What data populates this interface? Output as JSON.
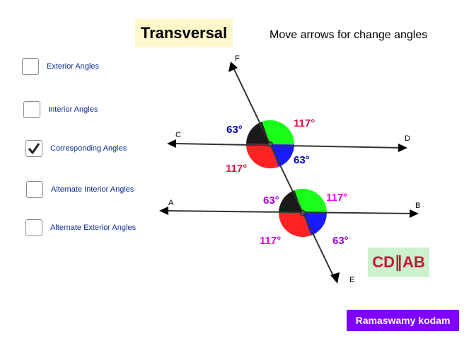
{
  "title": "Transversal",
  "instruction": "Move arrows for change angles",
  "checkboxes": [
    {
      "label": "Exterior Angles",
      "checked": false
    },
    {
      "label": "Interior Angles",
      "checked": false
    },
    {
      "label": "Corresponding Angles",
      "checked": true
    },
    {
      "label": "Alternate Interior Angles",
      "checked": false
    },
    {
      "label": "Alternate Exterior Angles",
      "checked": false
    }
  ],
  "points": {
    "F": "F",
    "C": "C",
    "D": "D",
    "A": "A",
    "B": "B",
    "E": "E"
  },
  "upper_angles": {
    "top_left": "63°",
    "top_right": "117°",
    "bottom_left": "117°",
    "bottom_right": "63°"
  },
  "lower_angles": {
    "top_left": "63°",
    "top_right": "117°",
    "bottom_left": "117°",
    "bottom_right": "63°"
  },
  "parallel": {
    "left": "CD",
    "symbol": "∥",
    "right": "AB"
  },
  "author": "Ramaswamy kodam",
  "colors": {
    "angle_black": "#1a1a1a",
    "angle_green": "#1aff1a",
    "angle_red": "#ff2222",
    "angle_blue": "#1a1aff",
    "label_blue": "#0000cc",
    "label_crimson": "#dd1144",
    "label_purple": "#9900cc",
    "label_magenta": "#ee00ee",
    "parallel_text": "#cc1133",
    "author_bg": "#7f00ff"
  }
}
